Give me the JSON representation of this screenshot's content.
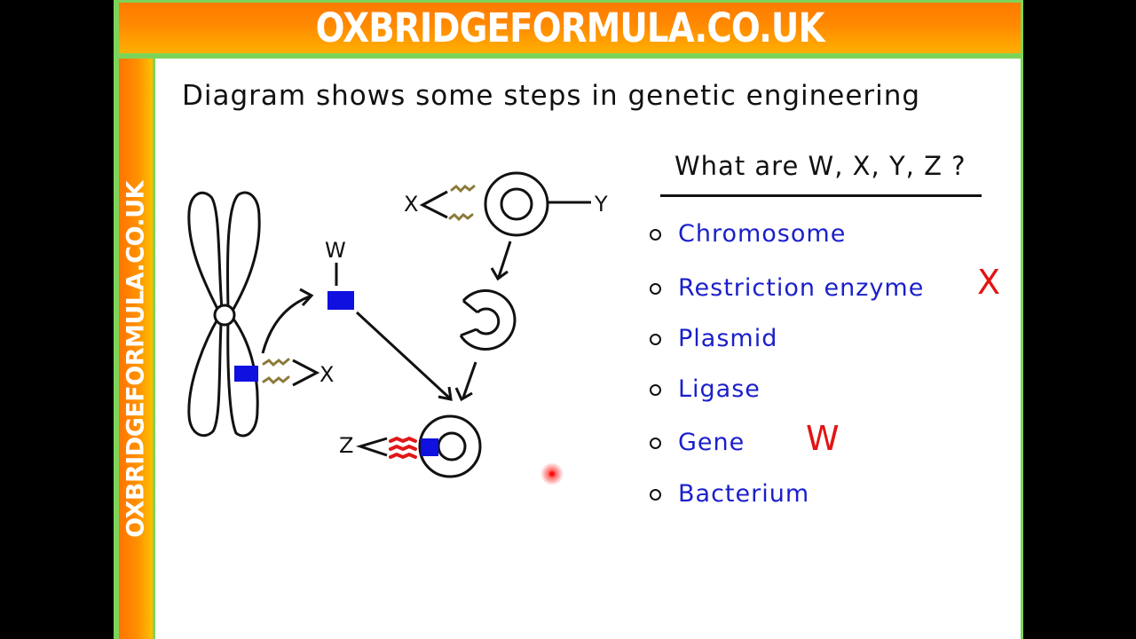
{
  "header": {
    "banner_text": "OXBRIDGEFORMULA.CO.UK"
  },
  "sidebar": {
    "text": "OXBRIDGEFORMULA.CO.UK"
  },
  "board": {
    "title": "Diagram shows some steps in genetic engineering",
    "question": "What are W, X, Y, Z ?",
    "options": [
      {
        "label": "Chromosome",
        "mark": ""
      },
      {
        "label": "Restriction enzyme",
        "mark": "X"
      },
      {
        "label": "Plasmid",
        "mark": ""
      },
      {
        "label": "Ligase",
        "mark": ""
      },
      {
        "label": "Gene",
        "mark": "W"
      },
      {
        "label": "Bacterium",
        "mark": ""
      }
    ]
  },
  "diagram": {
    "label_w": "W",
    "label_x_top": "X",
    "label_x_chromosome": "X",
    "label_y": "Y",
    "label_z": "Z"
  },
  "colors": {
    "gene": "#1010e0",
    "enzyme": "#8b7a3a",
    "ligase": "#e01818",
    "mark": "#e21414",
    "option_text": "#1a1fc9"
  }
}
